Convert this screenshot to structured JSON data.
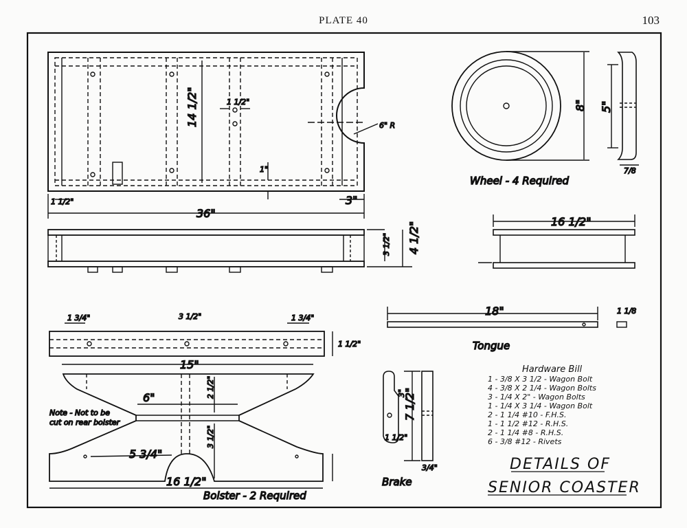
{
  "header": {
    "plate": "PLATE 40",
    "page": "103"
  },
  "title": {
    "line1": "DETAILS OF",
    "line2": "SENIOR COASTER"
  },
  "labels": {
    "wheel": "Wheel - 4 Required",
    "tongue": "Tongue",
    "bolster": "Bolster - 2 Required",
    "brake": "Brake",
    "note1": "Note - Not to be",
    "note2": "cut on rear bolster"
  },
  "hardware": {
    "title": "Hardware Bill",
    "items": [
      "1 - 3/8 X 3 1/2 - Wagon Bolt",
      "4 - 3/8 X 2 1/4 - Wagon Bolts",
      "3 - 1/4 X 2\" - Wagon Bolts",
      "1 - 1/4 X 3 1/4 - Wagon Bolt",
      "2 - 1 1/4 #10 - F.H.S.",
      "1 - 1 1/2 #12 - R.H.S.",
      "2 - 1 1/4 #8 - R.H.S.",
      "6 - 3/8 #12 - Rivets"
    ]
  },
  "dimensions": {
    "body_length": "36\"",
    "body_width": "14 1/2\"",
    "end_cut": "3\"",
    "radius": "6\" R",
    "edge": "1 1/2\"",
    "one": "1\"",
    "bolt_space": "1 1/2\"",
    "side_height": "3 1/2\"",
    "overall_height": "4 1/2\"",
    "axle_width": "16 1/2\"",
    "wheel_dia": "8\"",
    "hub": "5\"",
    "rim": "7/8",
    "tongue_len": "18\"",
    "tongue_w": "1 1/8",
    "bolster_top_left": "1 3/4\"",
    "bolster_top_center": "3 1/2\"",
    "bolster_top_right": "1 3/4\"",
    "bolster_len": "15\"",
    "bolster_h": "1 1/2\"",
    "bolster_six": "6\"",
    "bolster_two": "2 1/2\"",
    "bolster_three": "3 1/2\"",
    "bolster_five": "5 3/4\"",
    "bolster_base": "16 1/2\"",
    "brake_h": "3\"",
    "brake_total": "7 1/2\"",
    "brake_w": "1 1/2\"",
    "brake_thick": "3/4\""
  }
}
